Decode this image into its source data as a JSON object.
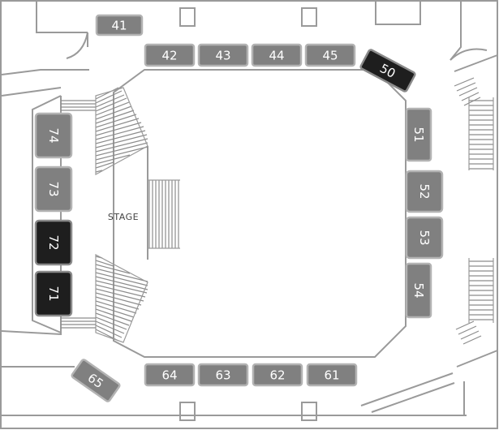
{
  "colors": {
    "available": "#808080",
    "available_stroke": "#b3b3b3",
    "selected": "#1e1e1e",
    "selected_stroke": "#8a8a8a",
    "wall": "#9a9a9a",
    "stair": "#8c8c8c",
    "label": "#ffffff"
  },
  "stage": {
    "label": "STAGE"
  },
  "sections": [
    {
      "id": "41",
      "label": "41",
      "state": "available"
    },
    {
      "id": "42",
      "label": "42",
      "state": "available"
    },
    {
      "id": "43",
      "label": "43",
      "state": "available"
    },
    {
      "id": "44",
      "label": "44",
      "state": "available"
    },
    {
      "id": "45",
      "label": "45",
      "state": "available"
    },
    {
      "id": "50",
      "label": "50",
      "state": "selected"
    },
    {
      "id": "51",
      "label": "51",
      "state": "available"
    },
    {
      "id": "52",
      "label": "52",
      "state": "available"
    },
    {
      "id": "53",
      "label": "53",
      "state": "available"
    },
    {
      "id": "54",
      "label": "54",
      "state": "available"
    },
    {
      "id": "61",
      "label": "61",
      "state": "available"
    },
    {
      "id": "62",
      "label": "62",
      "state": "available"
    },
    {
      "id": "63",
      "label": "63",
      "state": "available"
    },
    {
      "id": "64",
      "label": "64",
      "state": "available"
    },
    {
      "id": "65",
      "label": "65",
      "state": "available"
    },
    {
      "id": "71",
      "label": "71",
      "state": "selected"
    },
    {
      "id": "72",
      "label": "72",
      "state": "selected"
    },
    {
      "id": "73",
      "label": "73",
      "state": "available"
    },
    {
      "id": "74",
      "label": "74",
      "state": "available"
    }
  ]
}
